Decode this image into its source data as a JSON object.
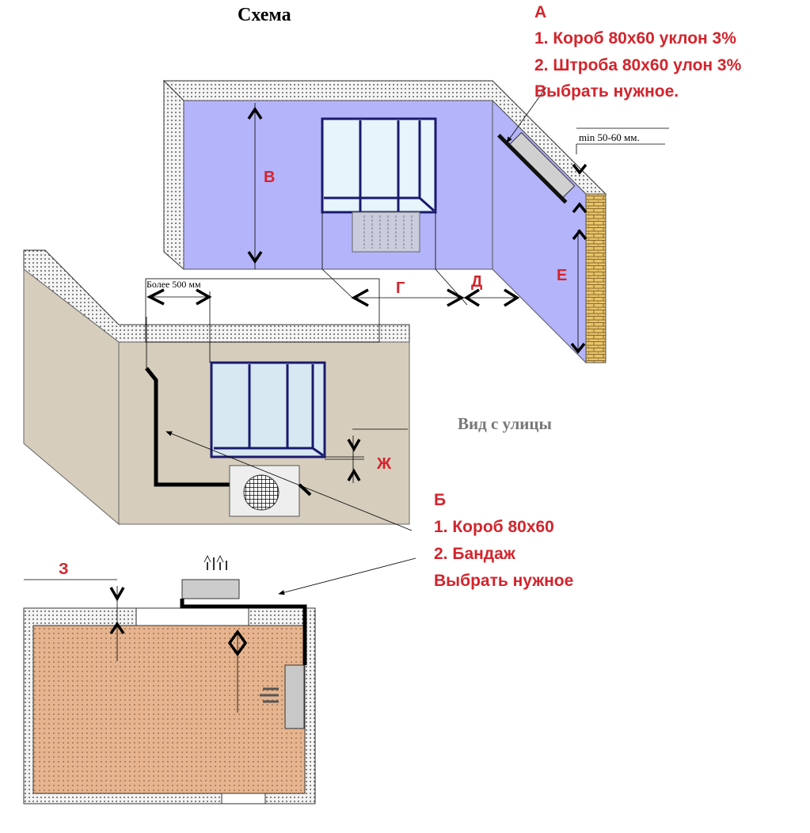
{
  "title": "Схема",
  "note_a": {
    "letter": "А",
    "line1": "1. Короб 80x60 уклон 3%",
    "line2": "2. Штроба 80x60 улон 3%",
    "line3": "Выбрать нужное."
  },
  "note_b": {
    "letter": "Б",
    "line1": "1. Короб 80x60",
    "line2": "2. Бандаж",
    "line3": "Выбрать нужное"
  },
  "dimensions": {
    "v": "В",
    "g": "Г",
    "d": "Д",
    "e": "Е",
    "zh": "Ж",
    "z": "З",
    "min_gap": "min 50-60 мм.",
    "more_500": "Более 500 мм"
  },
  "street_view": "Вид с улицы",
  "colors": {
    "accent": "#d3242c",
    "room_wall": "#b4b4fa",
    "facade": "#d6cdbd",
    "floor": "#e6b48e"
  }
}
